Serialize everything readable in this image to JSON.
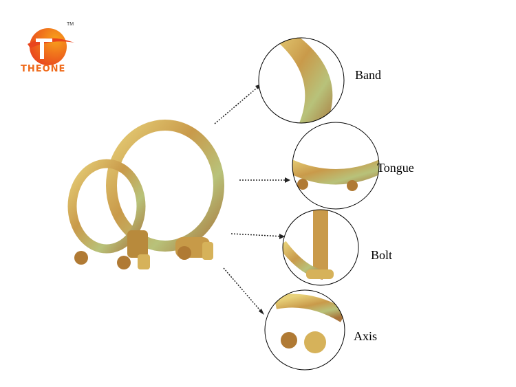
{
  "logo": {
    "text": "THEONE",
    "tm": "TM"
  },
  "callouts": [
    {
      "label": "Band"
    },
    {
      "label": "Tongue"
    },
    {
      "label": "Bolt"
    },
    {
      "label": "Axis"
    }
  ],
  "colors": {
    "brand": "#ef6a1a",
    "metal": "#c9a24a"
  }
}
